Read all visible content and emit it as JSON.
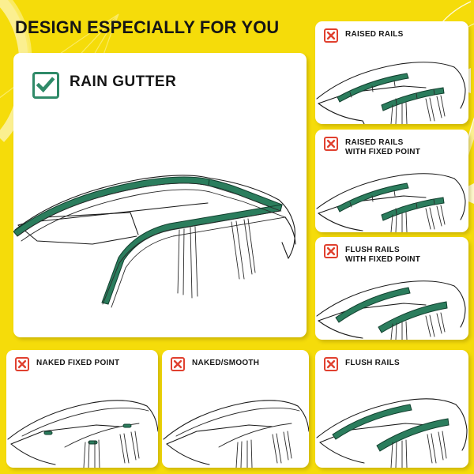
{
  "page": {
    "title": "DESIGN ESPECIALLY FOR YOU",
    "background_color": "#f5dc0a",
    "card_background": "#ffffff",
    "accent_green": "#2f8a68",
    "accent_red": "#e0402f",
    "rail_green": "#2b7d5d"
  },
  "icons": {
    "check": "check-icon",
    "cross": "cross-icon"
  },
  "main_card": {
    "badge": "check",
    "label": "RAIN GUTTER",
    "illustration": "car-roof-rain-gutter"
  },
  "cards": [
    {
      "id": "card-r1",
      "badge": "cross",
      "label": "RAISED RAILS",
      "illustration": "car-roof-raised-rails"
    },
    {
      "id": "card-r2",
      "badge": "cross",
      "label": "RAISED RAILS\nWITH FIXED POINT",
      "illustration": "car-roof-raised-rails-fixed-point"
    },
    {
      "id": "card-r3",
      "badge": "cross",
      "label": "FLUSH RAILS\nWITH FIXED POINT",
      "illustration": "car-roof-flush-rails-fixed-point"
    },
    {
      "id": "card-b1",
      "badge": "cross",
      "label": "NAKED FIXED POINT",
      "illustration": "car-roof-naked-fixed-point"
    },
    {
      "id": "card-b2",
      "badge": "cross",
      "label": "NAKED/SMOOTH",
      "illustration": "car-roof-naked-smooth"
    },
    {
      "id": "card-b3",
      "badge": "cross",
      "label": "FLUSH RAILS",
      "illustration": "car-roof-flush-rails"
    }
  ]
}
